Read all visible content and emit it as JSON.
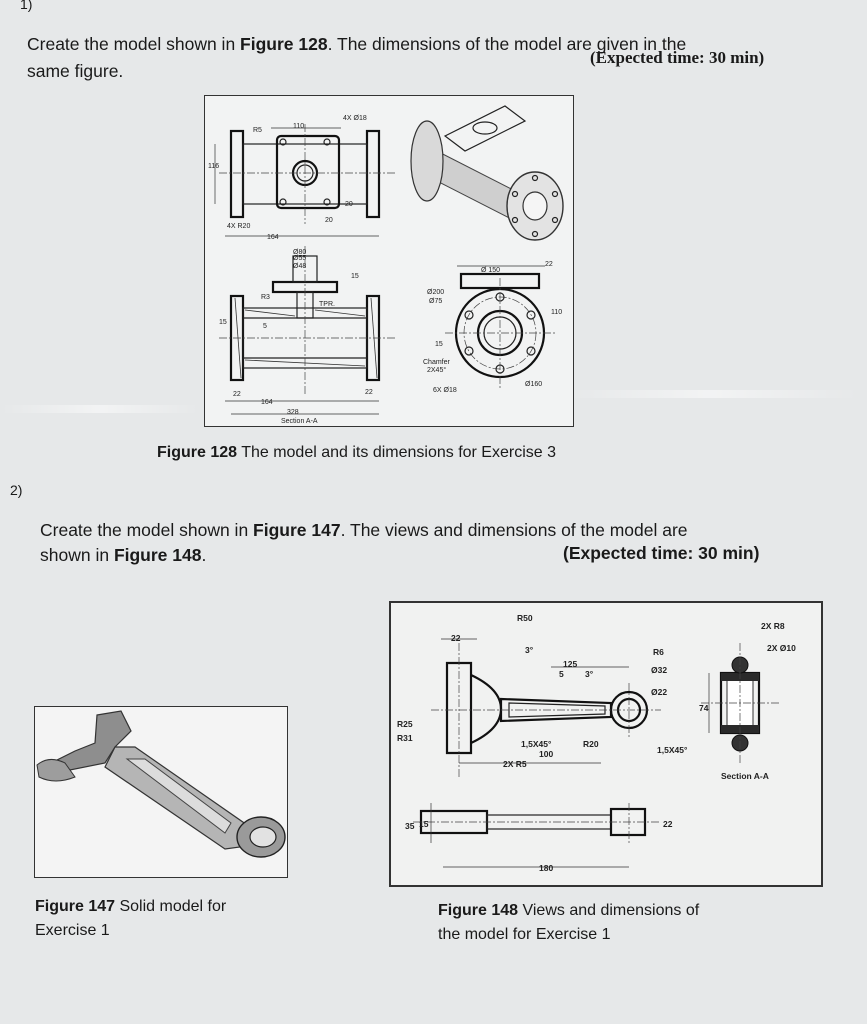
{
  "ex1": {
    "number": "1)",
    "text_before": "Create the model shown in ",
    "fig_ref": "Figure 128",
    "text_after": ". The dimensions of the model are given in the",
    "line2": "same figure.",
    "time": "(Expected time: 30 min)",
    "figure": {
      "caption_bold": "Figure 128",
      "caption_text": " The model and its dimensions for Exercise 3",
      "labels": {
        "r5": "R5",
        "d110": "110",
        "holes4": "4X Ø18",
        "d116": "116",
        "r20": "4X R20",
        "d164a": "164",
        "d20a": "20",
        "d20b": "20",
        "d80": "Ø80",
        "d55": "Ø55",
        "d48": "Ø48",
        "r15": "15",
        "r3": "R3",
        "tpr": "TPR.",
        "d5": "5",
        "d15": "15",
        "bc150": "Ø 150",
        "d22a": "22",
        "d200": "Ø200",
        "d75": "Ø75",
        "d110b": "110",
        "d15b": "15",
        "chamfer": "Chamfer",
        "chamfer2": "2X45°",
        "holes6": "6X Ø18",
        "d160": "Ø160",
        "d22b": "22",
        "d22c": "22",
        "d164b": "164",
        "d328": "328",
        "section": "Section A-A"
      }
    }
  },
  "ex2": {
    "number": "2)",
    "text_before": "Create the model shown in ",
    "fig_ref": "Figure 147",
    "text_after": ". The views and dimensions of the model are",
    "line2_before": "shown in ",
    "line2_ref": "Figure 148",
    "line2_after": ".",
    "time": "(Expected time: 30 min)",
    "fig147": {
      "caption_bold": "Figure 147",
      "caption_text": " Solid model for",
      "caption_line2": "Exercise 1"
    },
    "fig148": {
      "caption_bold": "Figure 148",
      "caption_text": " Views and dimensions of",
      "caption_line2": "the model for Exercise 1",
      "labels": {
        "r50": "R50",
        "d22": "22",
        "a3": "3°",
        "d125": "125",
        "d5": "5",
        "a3b": "3°",
        "r6": "R6",
        "d32": "Ø32",
        "d22dia": "Ø22",
        "r25": "R25",
        "r31": "R31",
        "ch1": "1,5X45°",
        "r20": "R20",
        "d100": "100",
        "r5": "2X R5",
        "r8": "2X R8",
        "d10": "2X Ø10",
        "d74": "74",
        "ch2": "1,5X45°",
        "section": "Section A-A",
        "d35": "35",
        "d15": "15",
        "d22b": "22",
        "d180": "180"
      }
    }
  }
}
